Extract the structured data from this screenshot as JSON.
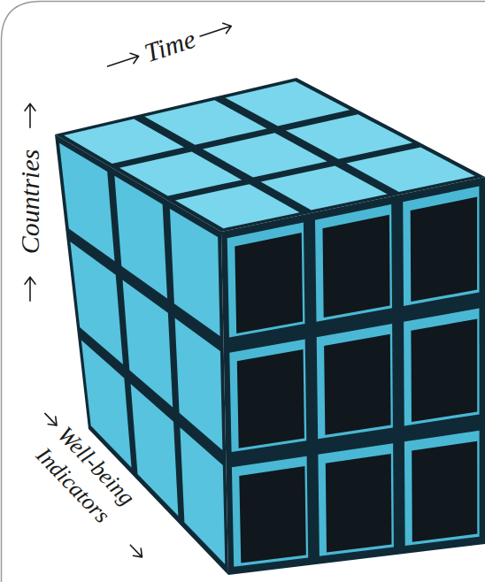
{
  "diagram": {
    "labels": [
      "Time",
      "Countries",
      "Well-being Indicators"
    ]
  }
}
